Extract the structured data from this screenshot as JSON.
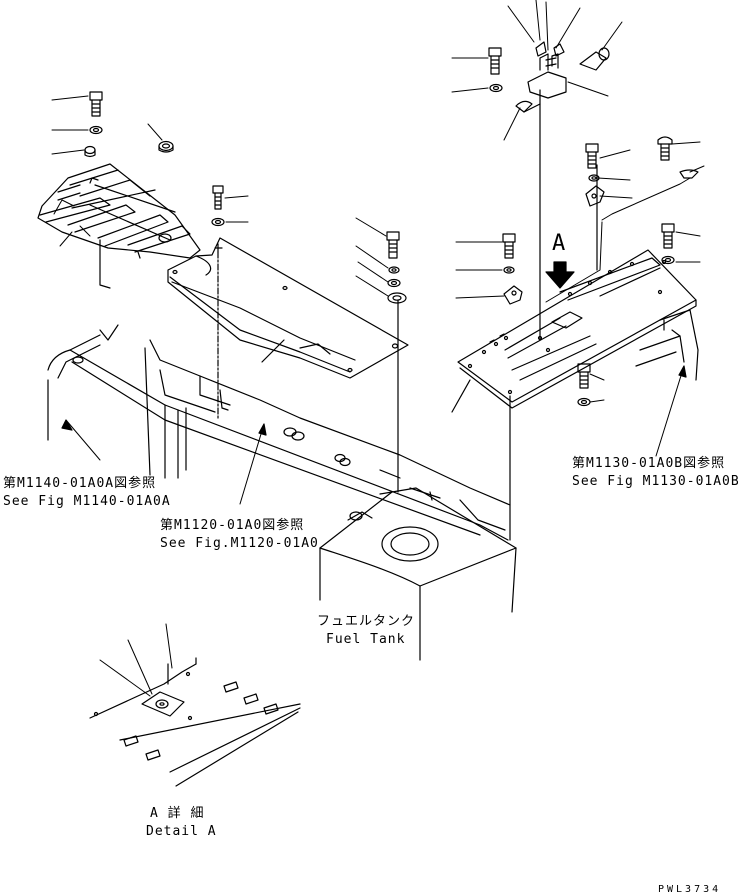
{
  "callouts": {
    "ref_m1140": {
      "jp": "第M1140-01A0A図参照",
      "en": "See Fig M1140-01A0A"
    },
    "ref_m1120": {
      "jp": "第M1120-01A0図参照",
      "en": "See Fig.M1120-01A0"
    },
    "ref_m1130": {
      "jp": "第M1130-01A0B図参照",
      "en": "See Fig M1130-01A0B"
    },
    "fuel_tank": {
      "jp": "フュエルタンク",
      "en": "Fuel Tank"
    },
    "detail_a": {
      "jp": "A 詳 細",
      "en": "Detail A"
    },
    "view_marker": "A"
  },
  "drawing_code": "PWL3734"
}
